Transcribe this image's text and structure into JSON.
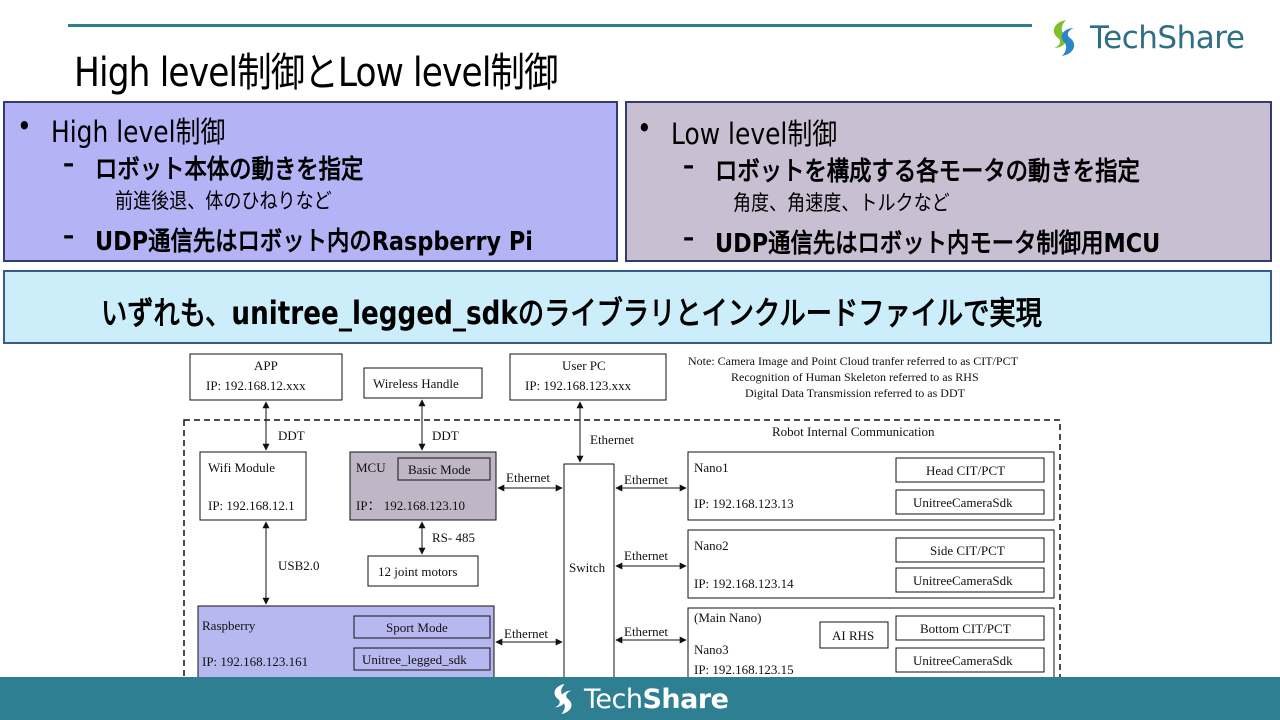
{
  "header": {
    "title": "High level制御とLow level制御",
    "logo_text": "TechShare"
  },
  "left_box": {
    "heading": "High level制御",
    "item1": "ロボット本体の動きを指定",
    "item1_sub": "前進後退、体のひねりなど",
    "item2": "UDP通信先はロボット内のRaspberry Pi"
  },
  "right_box": {
    "heading": "Low level制御",
    "item1": "ロボットを構成する各モータの動きを指定",
    "item1_sub": "角度、角速度、トルクなど",
    "item2": "UDP通信先はロボット内モータ制御用MCU"
  },
  "bullet": "•",
  "dash": "–",
  "banner": {
    "text": "いずれも、unitree_legged_sdkのライブラリとインクルードファイルで実現"
  },
  "diagram": {
    "app_title": "APP",
    "app_ip": "IP: 192.168.12.xxx",
    "wireless_handle": "Wireless Handle",
    "user_pc_title": "User PC",
    "user_pc_ip": "IP: 192.168.123.xxx",
    "note1": "Note: Camera Image and Point Cloud tranfer referred to as CIT/PCT",
    "note2": "Recognition of Human Skeleton referred to as RHS",
    "note3": "Digital Data Transmission referred to as DDT",
    "internal_label": "Robot Internal Communication",
    "ddt": "DDT",
    "ethernet": "Ethernet",
    "wifi_title": "Wifi Module",
    "wifi_ip": "IP: 192.168.12.1",
    "mcu_title": "MCU",
    "basic_mode": "Basic Mode",
    "mcu_ip": "IP： 192.168.123.10",
    "rs485": "RS- 485",
    "joint_motors": "12 joint motors",
    "usb": "USB2.0",
    "switch": "Switch",
    "raspberry": "Raspberry",
    "sport_mode": "Sport Mode",
    "raspberry_ip": "IP: 192.168.123.161",
    "sdk": "Unitree_legged_sdk",
    "nano1": "Nano1",
    "nano1_ip": "IP: 192.168.123.13",
    "head_cit": "Head CIT/PCT",
    "camera_sdk": "UnitreeCameraSdk",
    "nano2": "Nano2",
    "nano2_ip": "IP: 192.168.123.14",
    "side_cit": "Side CIT/PCT",
    "main_nano": "(Main Nano)",
    "nano3": "Nano3",
    "nano3_ip": "IP: 192.168.123.15",
    "ai_rhs": "AI RHS",
    "bottom_cit": "Bottom CIT/PCT"
  },
  "footer": {
    "logo_text_a": "Tech",
    "logo_text_b": "Share"
  },
  "colors": {
    "accent": "#2f7f93",
    "left_box": "#b3b3f5",
    "right_box": "#c8c0d2",
    "banner": "#cceefa",
    "mcu_fill": "#bfb6c6",
    "raspberry_fill": "#b8b8f0",
    "logo_green": "#7fbf2a",
    "logo_blue": "#2a86c7"
  }
}
